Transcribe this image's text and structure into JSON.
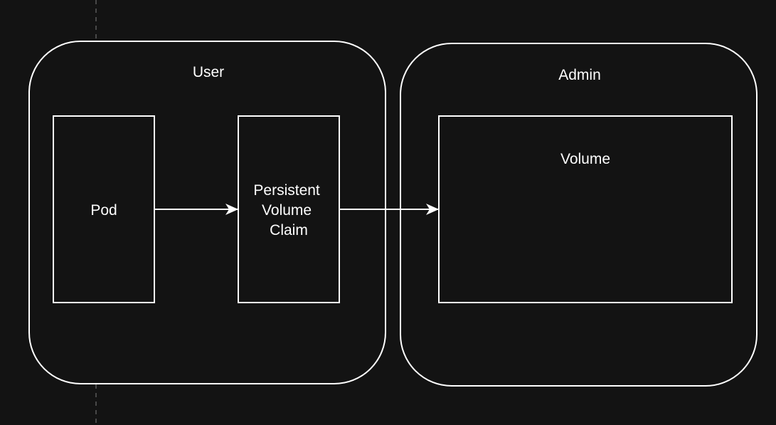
{
  "colors": {
    "background": "#131313",
    "stroke": "#ffffff",
    "text": "#ffffff",
    "guide": "#5a5a5a"
  },
  "containers": {
    "user": {
      "label": "User"
    },
    "admin": {
      "label": "Admin"
    }
  },
  "nodes": {
    "pod": {
      "label": "Pod"
    },
    "pvc": {
      "lines": [
        "Persistent",
        "Volume",
        "Claim"
      ]
    },
    "volume": {
      "label": "Volume"
    }
  },
  "edges": [
    {
      "from": "Pod",
      "to": "Persistent Volume Claim"
    },
    {
      "from": "Persistent Volume Claim",
      "to": "Volume"
    }
  ]
}
